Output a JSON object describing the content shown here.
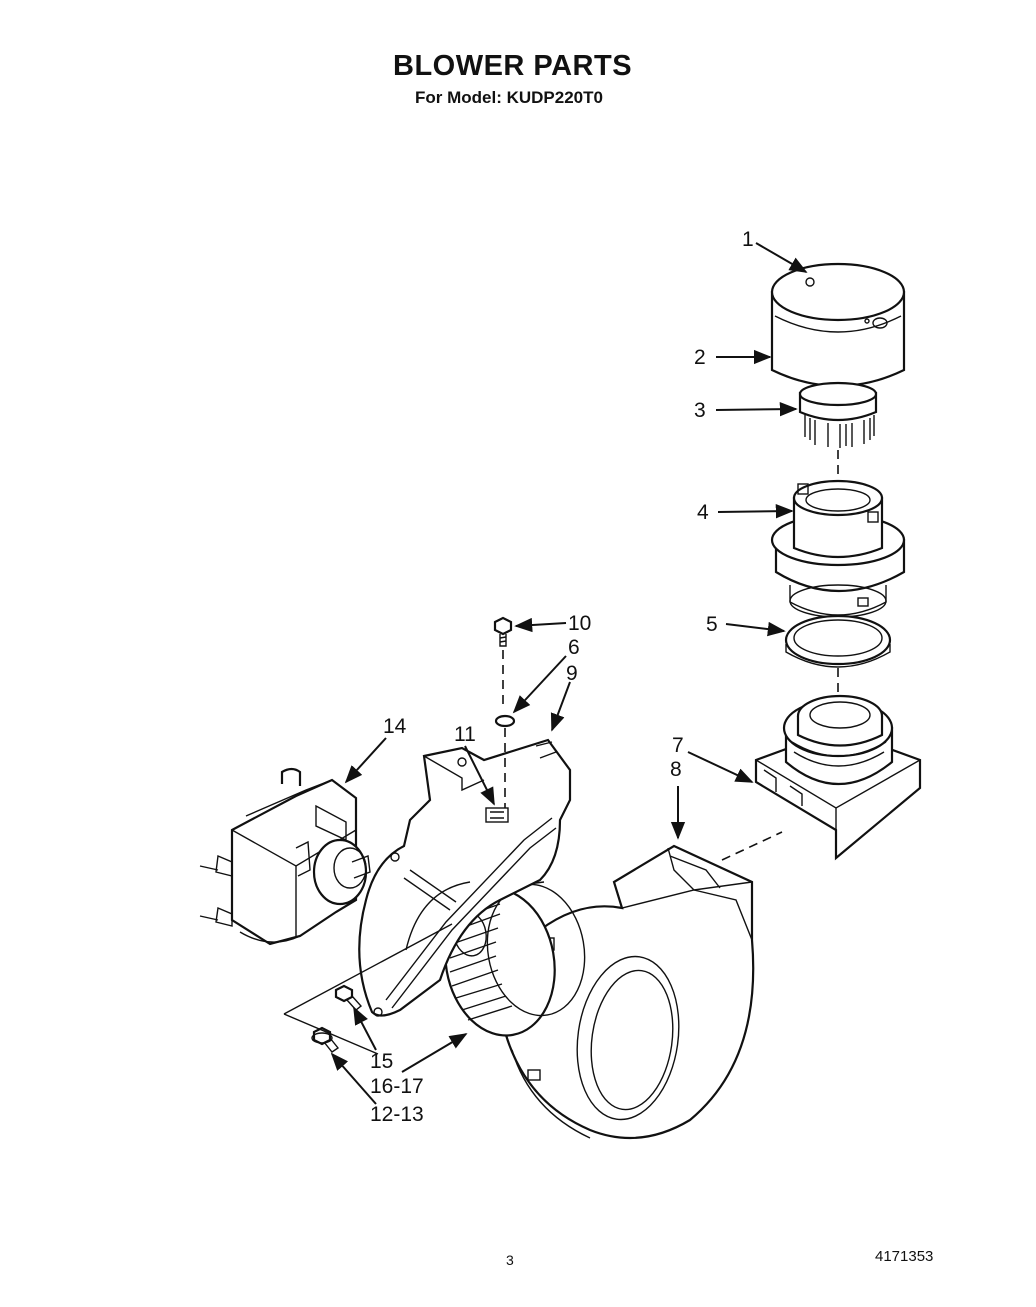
{
  "header": {
    "title": "BLOWER PARTS",
    "subtitle": "For Model: KUDP220T0"
  },
  "footer": {
    "page_number": "3",
    "document_number": "4171353"
  },
  "callouts": {
    "c1": "1",
    "c2": "2",
    "c3": "3",
    "c4": "4",
    "c5": "5",
    "c6": "6",
    "c7": "7",
    "c8": "8",
    "c9": "9",
    "c10": "10",
    "c11": "11",
    "c14": "14",
    "c15": "15",
    "c16_17": "16-17",
    "c12_13": "12-13"
  }
}
